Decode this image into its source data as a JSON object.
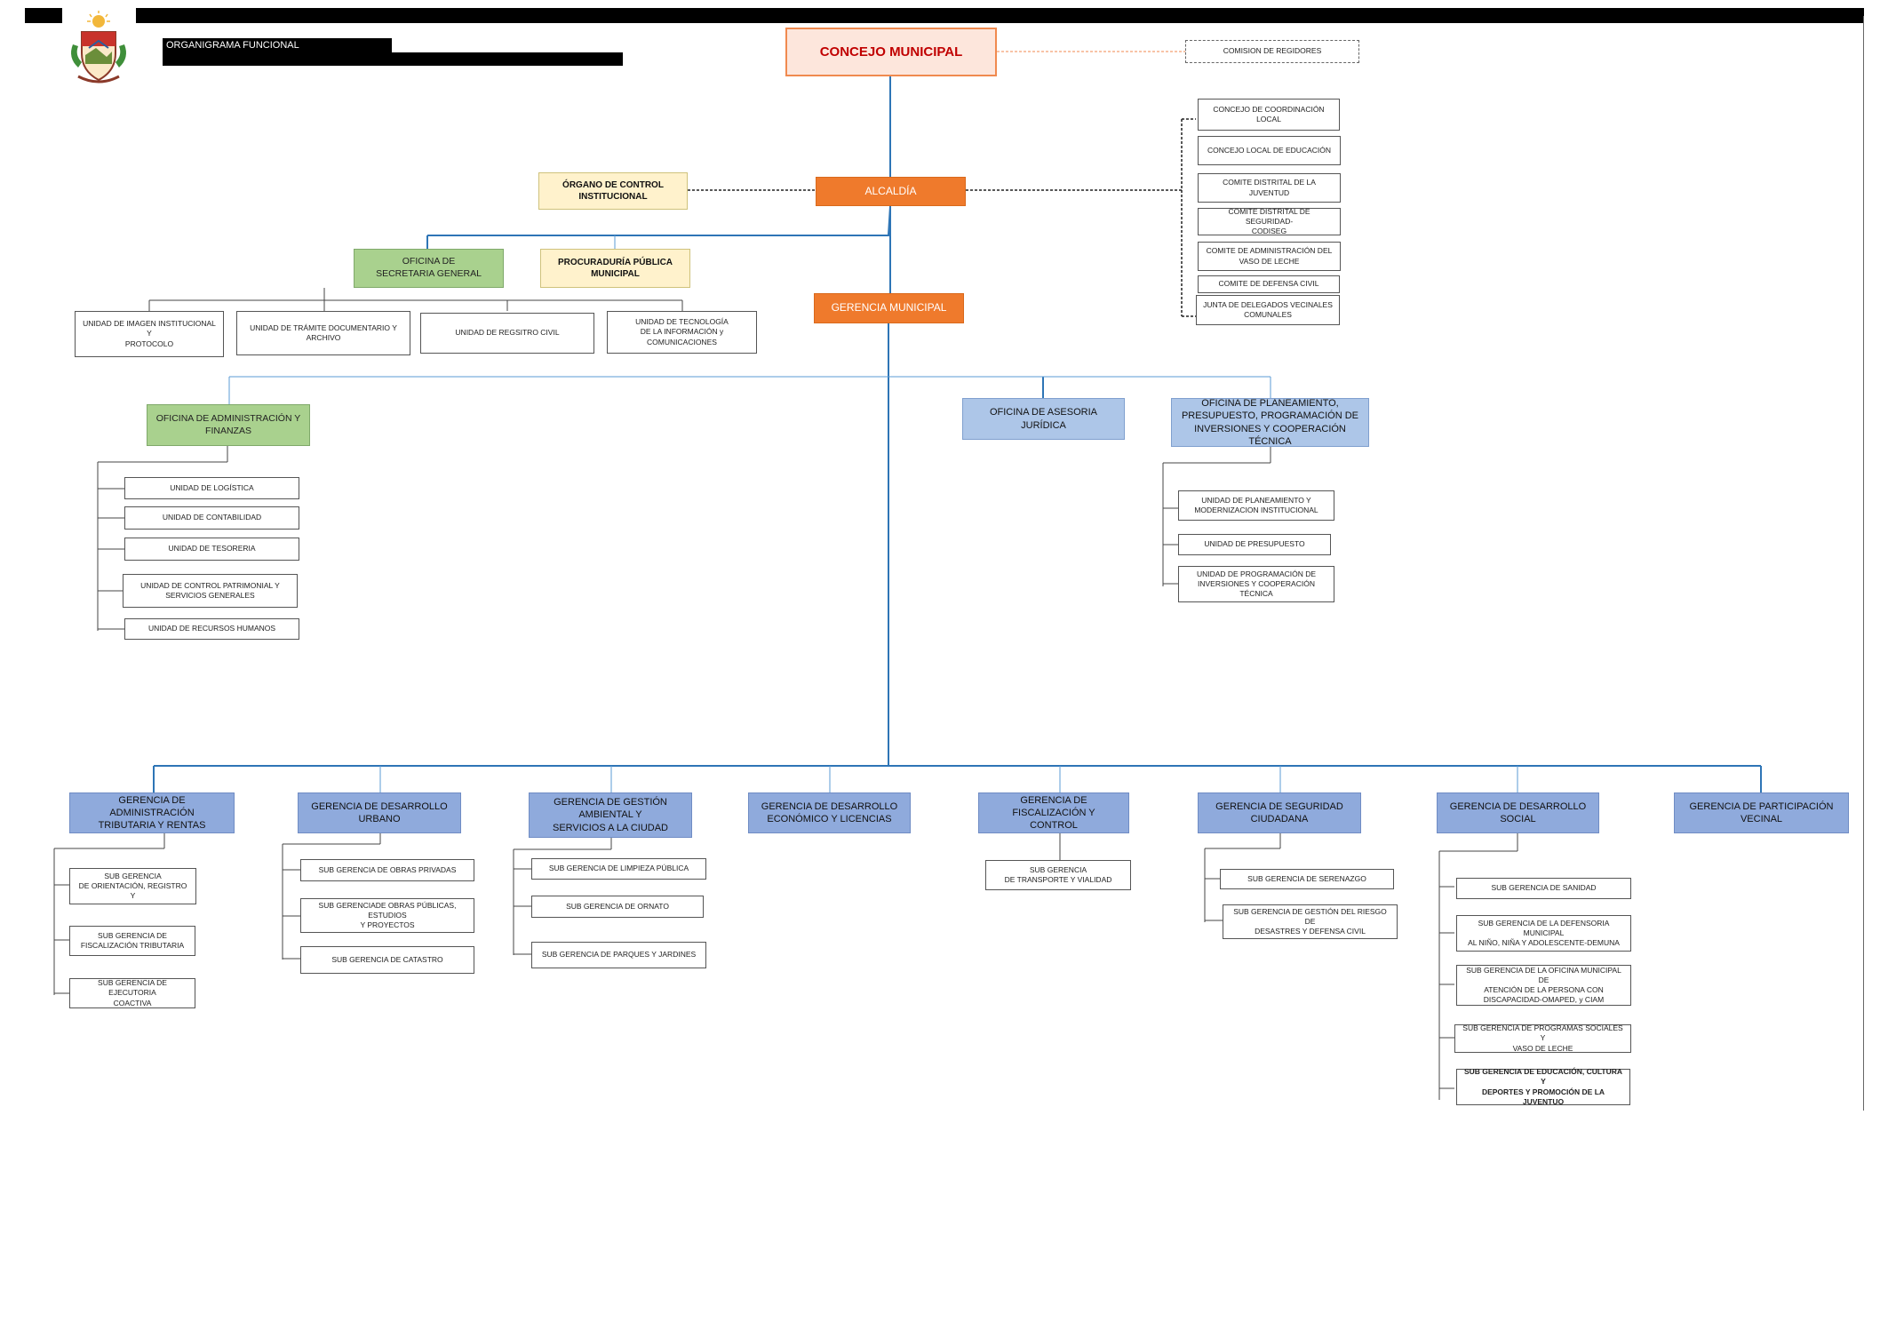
{
  "header": {
    "title": "ORGANIGRAMA FUNCIONAL"
  },
  "colors": {
    "orange": "#ef7a2c",
    "line_blue": "#2e75b6",
    "council_red": "#c00000",
    "green": "#a9d18e",
    "blue": "#8faadc",
    "yellow": "#fff2cc"
  },
  "icons": {
    "logo": "municipal-coat-of-arms-icon"
  },
  "nodes": {
    "concejo": "CONCEJO MUNICIPAL",
    "comision": "COMISION DE REGIDORES",
    "alcaldia": "ALCALDÍA",
    "oci": "ÓRGANO DE CONTROL\nINSTITUCIONAL",
    "secgral": "OFICINA DE\nSECRETARIA GENERAL",
    "procuraduria": "PROCURADURÍA PÚBLICA\nMUNICIPAL",
    "gerencia_municipal": "GERENCIA MUNICIPAL",
    "admin_fin": "OFICINA DE        ADMINISTRACIÓN Y\nFINANZAS",
    "asesoria": "OFICINA DE ASESORIA JURÍDICA",
    "planeamiento": "OFICINA DE PLANEAMIENTO,\nPRESUPUESTO, PROGRAMACIÓN DE\nINVERSIONES Y COOPERACIÓN TÉCNICA"
  },
  "councils": [
    "CONCEJO DE COORDINACIÓN LOCAL",
    "CONCEJO LOCAL DE EDUCACIÓN",
    "COMITE DISTRITAL DE LA JUVENTUD",
    "COMITE DISTRITAL DE SEGURIDAD-\nCODISEG",
    "COMITE DE ADMINISTRACIÓN DEL\nVASO DE LECHE",
    "COMITE DE DEFENSA CIVIL",
    "JUNTA DE DELEGADOS VECINALES\nCOMUNALES"
  ],
  "secgral_units": [
    "UNIDAD DE IMAGEN INSTITUCIONAL Y\nPROTOCOLO",
    "UNIDAD DE TRÁMITE          DOCUMENTARIO Y\nARCHIVO",
    "UNIDAD DE REGSITRO CIVIL",
    "UNIDAD DE TECNOLOGÍA\nDE LA INFORMACIÓN y\nCOMUNICACIONES"
  ],
  "admin_units": [
    "UNIDAD DE LOGÍSTICA",
    "UNIDAD DE CONTABILIDAD",
    "UNIDAD DE TESORERIA",
    "UNIDAD DE CONTROL PATRIMONIAL Y\nSERVICIOS GENERALES",
    "UNIDAD DE RECURSOS HUMANOS"
  ],
  "plan_units": [
    "UNIDAD DE PLANEAMIENTO Y\nMODERNIZACION INSTITUCIONAL",
    "UNIDAD DE PRESUPUESTO",
    "UNIDAD DE PROGRAMACIÓN DE\nINVERSIONES Y COOPERACIÓN TÉCNICA"
  ],
  "gerencias": [
    "GERENCIA DE ADMINISTRACIÓN\nTRIBUTARIA Y RENTAS",
    "GERENCIA DE DESARROLLO\nURBANO",
    "GERENCIA DE GESTIÓN AMBIENTAL Y\nSERVICIOS A LA CIUDAD",
    "GERENCIA DE DESARROLLO\nECONÓMICO Y LICENCIAS",
    "GERENCIA DE FISCALIZACIÓN Y\nCONTROL",
    "GERENCIA DE SEGURIDAD\nCIUDADANA",
    "GERENCIA DE DESARROLLO SOCIAL",
    "GERENCIA DE PARTICIPACIÓN\nVECINAL"
  ],
  "sub_tributaria": [
    "SUB GERENCIA\nDE ORIENTACIÓN, REGISTRO Y",
    "SUB GERENCIA DE\nFISCALIZACIÓN TRIBUTARIA",
    "SUB GERENCIA DE EJECUTORIA\nCOACTIVA"
  ],
  "sub_urbano": [
    "SUB  GERENCIA DE OBRAS PRIVADAS",
    "SUB  GERENCIADE OBRAS PÚBLICAS, ESTUDIOS\nY PROYECTOS",
    "SUB  GERENCIA DE CATASTRO"
  ],
  "sub_ambiental": [
    "SUB GERENCIA DE LIMPIEZA PÚBLICA",
    "SUB GERENCIA DE ORNATO",
    "SUB GERENCIA DE PARQUES Y JARDINES"
  ],
  "sub_fiscalizacion": [
    "SUB GERENCIA\nDE TRANSPORTE Y VIALIDAD"
  ],
  "sub_seguridad": [
    "SUB GERENCIA DE SERENAZGO",
    "SUB GERENCIA DE GESTIÓN DEL RIESGO DE\nDESASTRES Y DEFENSA CIVIL"
  ],
  "sub_social": [
    "SUB GERENCIA DE SANIDAD",
    "SUB GERENCIA DE LA DEFENSORIA MUNICIPAL\nAL NIÑO, NIÑA Y ADOLESCENTE-DEMUNA",
    "SUB GERENCIA DE LA OFICINA  MUNICIPAL DE\nATENCIÓN DE LA PERSONA CON\nDISCAPACIDAD-OMAPED, y CIAM",
    "SUB GERENCIA DE PROGRAMAS SOCIALES Y\nVASO DE LECHE",
    "SUB GERENCIA DE EDUCACIÓN, CULTURA Y\nDEPORTES Y PROMOCIÓN DE LA JUVENTUO"
  ]
}
